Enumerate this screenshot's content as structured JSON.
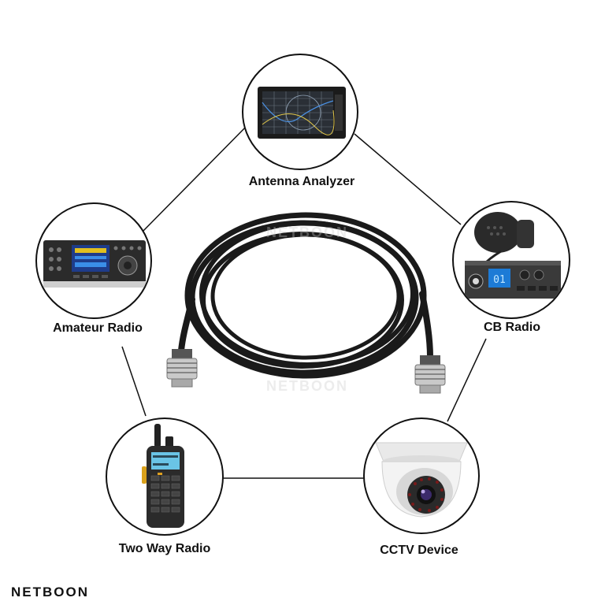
{
  "devices": [
    {
      "id": "antenna-analyzer",
      "label": "Antenna Analyzer",
      "icon": "antenna-analyzer-icon"
    },
    {
      "id": "amateur-radio",
      "label": "Amateur Radio",
      "icon": "amateur-radio-icon"
    },
    {
      "id": "cb-radio",
      "label": "CB Radio",
      "icon": "cb-radio-icon"
    },
    {
      "id": "two-way-radio",
      "label": "Two Way Radio",
      "icon": "two-way-radio-icon"
    },
    {
      "id": "cctv-device",
      "label": "CCTV Device",
      "icon": "cctv-camera-icon"
    }
  ],
  "center": {
    "icon": "coaxial-cable-icon",
    "watermark": "NETBOON"
  },
  "cb_display": "01",
  "brand": "NETBOON",
  "colors": {
    "line": "#111111",
    "cable": "#1a1a1a",
    "connector": "#c9c9c9"
  }
}
